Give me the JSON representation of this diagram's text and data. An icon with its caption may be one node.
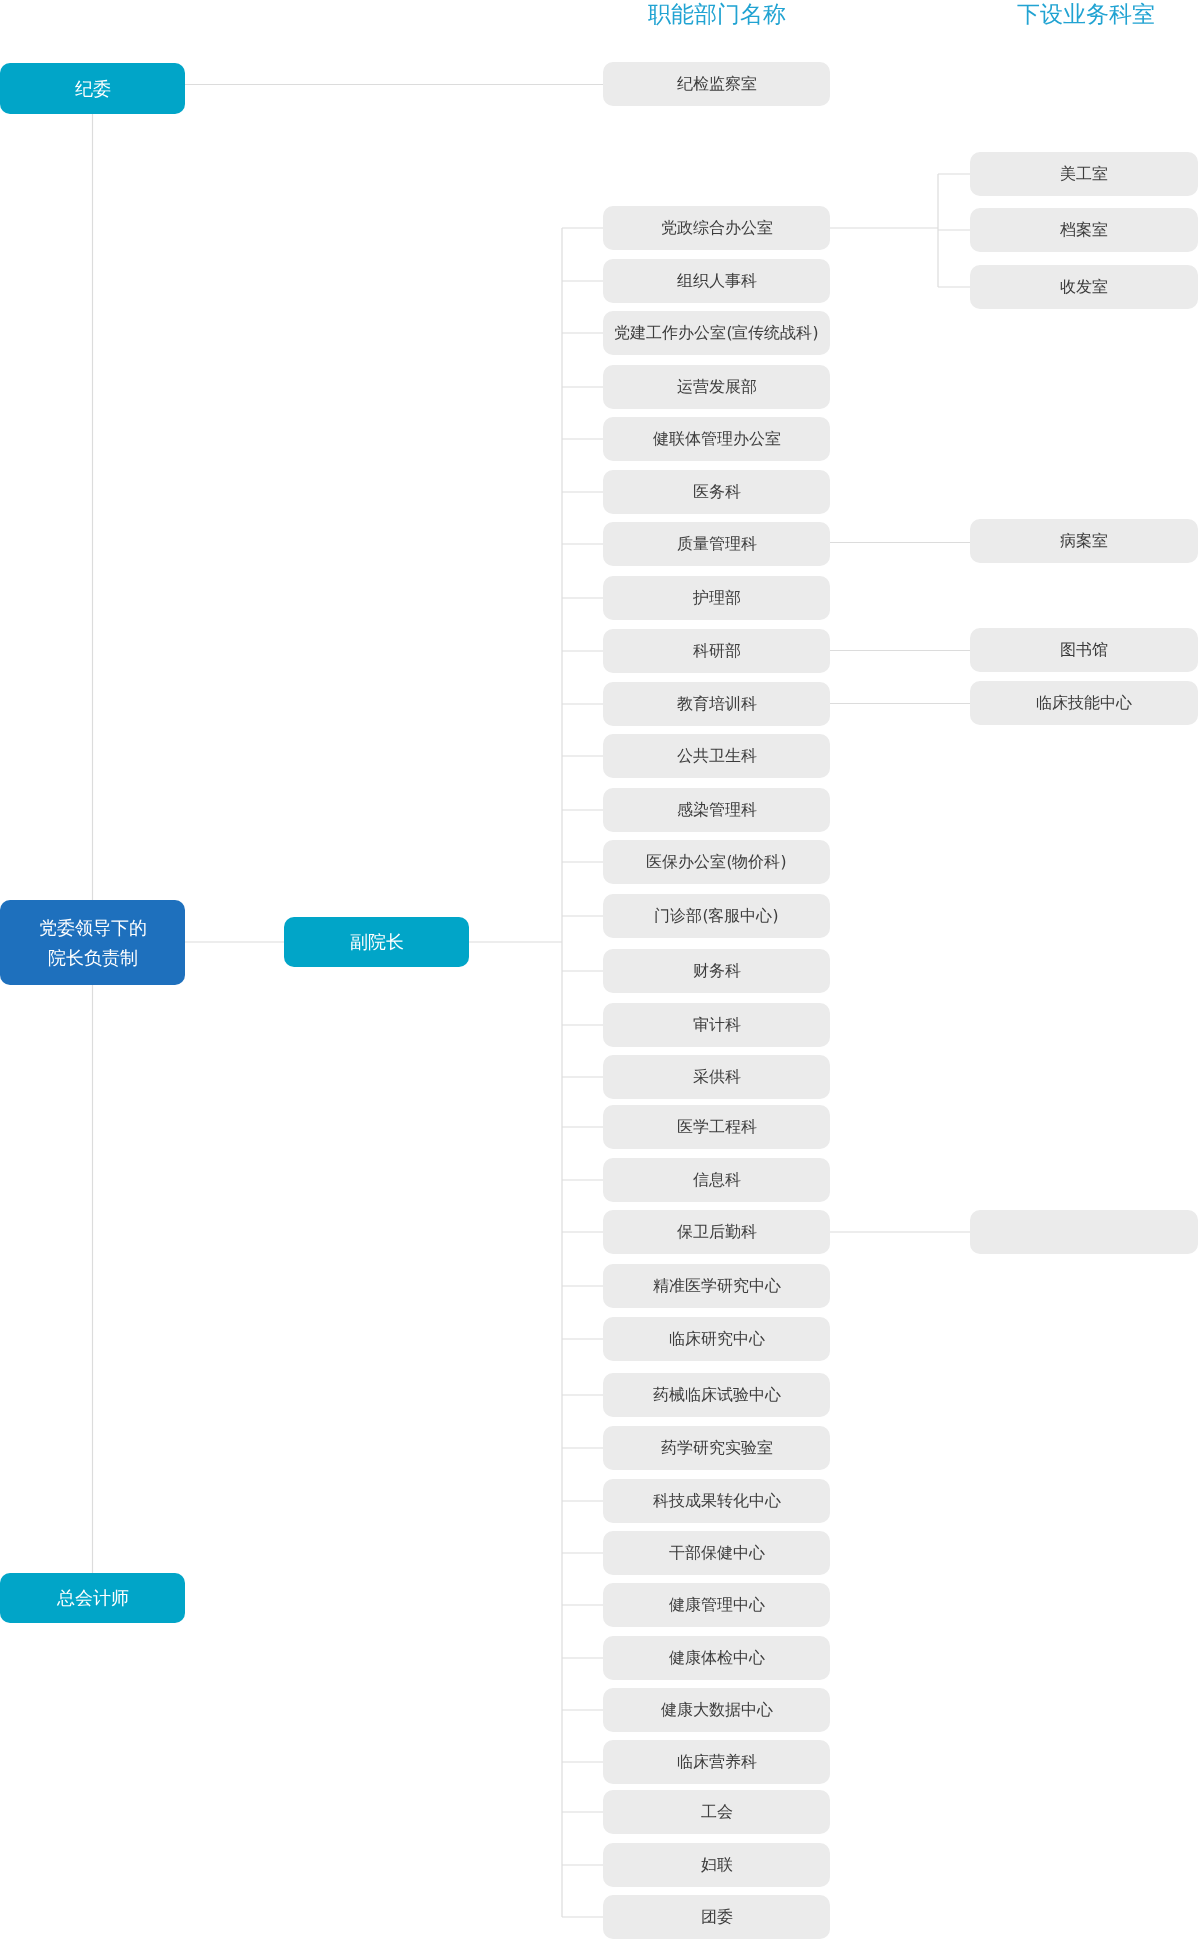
{
  "diagram": {
    "nodes": [
      {
        "text": [
          "纪委"
        ]
      },
      {
        "text": [
          "党委领导下的院长负责制"
        ]
      },
      {
        "text": [
          "总会计师"
        ]
      },
      {
        "text": [
          "副院长"
        ]
      },
      {
        "text": [
          "纪检监察室"
        ]
      },
      {
        "text": [
          "党政综合办公室"
        ]
      },
      {
        "text": [
          "组织人事科"
        ]
      },
      {
        "text": [
          "党建工作办公室(宣传统战科)"
        ]
      },
      {
        "text": [
          "运营发展部"
        ]
      },
      {
        "text": [
          "健联体管理办公室"
        ]
      },
      {
        "text": [
          "医务科"
        ]
      },
      {
        "text": [
          "质量管理科"
        ]
      },
      {
        "text": [
          "护理部"
        ]
      },
      {
        "text": [
          "科研部"
        ]
      },
      {
        "text": [
          "教育培训科"
        ]
      },
      {
        "text": [
          "公共卫生科"
        ]
      },
      {
        "text": [
          "感染管理科"
        ]
      },
      {
        "text": [
          "医保办公室(物价科)"
        ]
      },
      {
        "text": [
          "门诊部(客服中心)"
        ]
      },
      {
        "text": [
          "财务科"
        ]
      },
      {
        "text": [
          "审计科"
        ]
      },
      {
        "text": [
          "采供科"
        ]
      },
      {
        "text": [
          "医学工程科"
        ]
      },
      {
        "text": [
          "信息科"
        ]
      },
      {
        "text": [
          "保卫后勤科"
        ]
      },
      {
        "text": [
          "精准医学研究中心"
        ]
      },
      {
        "text": [
          "临床研究中心"
        ]
      },
      {
        "text": [
          "药械临床试验中心"
        ]
      },
      {
        "text": [
          "药学研究实验室"
        ]
      },
      {
        "text": [
          "科技成果转化中心"
        ]
      },
      {
        "text": [
          "干部保健中心"
        ]
      },
      {
        "text": [
          "健康管理中心"
        ]
      },
      {
        "text": [
          "健康体检中心"
        ]
      },
      {
        "text": [
          "健康大数据中心"
        ]
      },
      {
        "text": [
          "临床营养科"
        ]
      },
      {
        "text": [
          "工会"
        ]
      },
      {
        "text": [
          "妇联"
        ]
      },
      {
        "text": [
          "团委"
        ]
      },
      {
        "text": [
          "美工室"
        ]
      },
      {
        "text": [
          "档案室"
        ]
      },
      {
        "text": [
          "收发室"
        ]
      },
      {
        "text": [
          "病案室"
        ]
      },
      {
        "text": [
          "图书馆"
        ]
      },
      {
        "text": [
          "临床技能中心"
        ]
      },
      {
        "text": [],
        "shape": "box"
      }
    ],
    "edges": [
      {
        "from": 1,
        "to": 0,
        "arrow": "none"
      },
      {
        "from": 1,
        "to": 2,
        "arrow": "none"
      },
      {
        "from": 0,
        "to": 4,
        "arrow": "none"
      },
      {
        "from": 1,
        "to": 3,
        "arrow": "none"
      },
      {
        "from": 3,
        "to": 5,
        "arrow": "none"
      },
      {
        "from": 3,
        "to": 6,
        "arrow": "none"
      },
      {
        "from": 3,
        "to": 7,
        "arrow": "none"
      },
      {
        "from": 3,
        "to": 8,
        "arrow": "none"
      },
      {
        "from": 3,
        "to": 9,
        "arrow": "none"
      },
      {
        "from": 3,
        "to": 10,
        "arrow": "none"
      },
      {
        "from": 3,
        "to": 11,
        "arrow": "none"
      },
      {
        "from": 3,
        "to": 12,
        "arrow": "none"
      },
      {
        "from": 3,
        "to": 13,
        "arrow": "none"
      },
      {
        "from": 3,
        "to": 14,
        "arrow": "none"
      },
      {
        "from": 3,
        "to": 15,
        "arrow": "none"
      },
      {
        "from": 3,
        "to": 16,
        "arrow": "none"
      },
      {
        "from": 3,
        "to": 17,
        "arrow": "none"
      },
      {
        "from": 3,
        "to": 18,
        "arrow": "none"
      },
      {
        "from": 3,
        "to": 19,
        "arrow": "none"
      },
      {
        "from": 3,
        "to": 20,
        "arrow": "none"
      },
      {
        "from": 3,
        "to": 21,
        "arrow": "none"
      },
      {
        "from": 3,
        "to": 22,
        "arrow": "none"
      },
      {
        "from": 3,
        "to": 23,
        "arrow": "none"
      },
      {
        "from": 3,
        "to": 24,
        "arrow": "none"
      },
      {
        "from": 3,
        "to": 25,
        "arrow": "none"
      },
      {
        "from": 3,
        "to": 26,
        "arrow": "none"
      },
      {
        "from": 3,
        "to": 27,
        "arrow": "none"
      },
      {
        "from": 3,
        "to": 28,
        "arrow": "none"
      },
      {
        "from": 3,
        "to": 29,
        "arrow": "none"
      },
      {
        "from": 3,
        "to": 30,
        "arrow": "none"
      },
      {
        "from": 3,
        "to": 31,
        "arrow": "none"
      },
      {
        "from": 3,
        "to": 32,
        "arrow": "none"
      },
      {
        "from": 3,
        "to": 33,
        "arrow": "none"
      },
      {
        "from": 3,
        "to": 34,
        "arrow": "none"
      },
      {
        "from": 3,
        "to": 35,
        "arrow": "none"
      },
      {
        "from": 3,
        "to": 36,
        "arrow": "none"
      },
      {
        "from": 3,
        "to": 37,
        "arrow": "none"
      },
      {
        "from": 5,
        "to": 38,
        "arrow": "none"
      },
      {
        "from": 5,
        "to": 39,
        "arrow": "none"
      },
      {
        "from": 5,
        "to": 40,
        "arrow": "none"
      },
      {
        "from": 11,
        "to": 41,
        "arrow": "none"
      },
      {
        "from": 13,
        "to": 42,
        "arrow": "none"
      },
      {
        "from": 14,
        "to": 43,
        "arrow": "none"
      },
      {
        "from": 24,
        "to": 44,
        "arrow": "none"
      }
    ],
    "labels": [
      "职能部门名称",
      "下设业务科室"
    ]
  }
}
